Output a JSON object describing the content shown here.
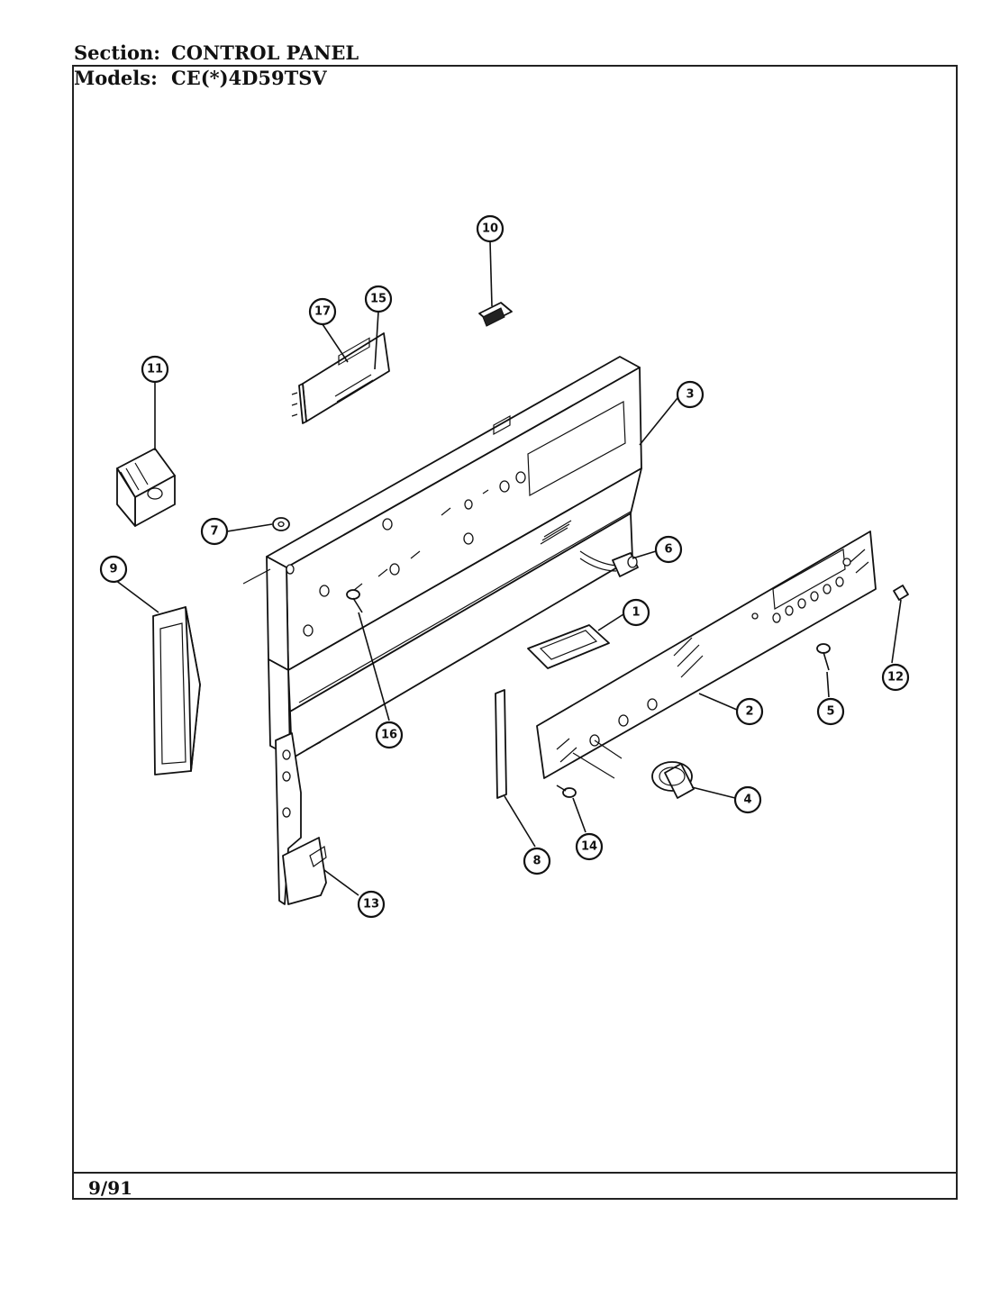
{
  "header": {
    "section_label": "Section:",
    "section_value": "CONTROL PANEL",
    "models_label": "Models:",
    "models_value": "CE(*)4D59TSV"
  },
  "footer": {
    "date": "9/91"
  },
  "callouts": [
    {
      "name": "callout-1",
      "number": "1"
    },
    {
      "name": "callout-2",
      "number": "2"
    },
    {
      "name": "callout-3",
      "number": "3"
    },
    {
      "name": "callout-4",
      "number": "4"
    },
    {
      "name": "callout-5",
      "number": "5"
    },
    {
      "name": "callout-6",
      "number": "6"
    },
    {
      "name": "callout-7",
      "number": "7"
    },
    {
      "name": "callout-8",
      "number": "8"
    },
    {
      "name": "callout-9",
      "number": "9"
    },
    {
      "name": "callout-10",
      "number": "10"
    },
    {
      "name": "callout-11",
      "number": "11"
    },
    {
      "name": "callout-12",
      "number": "12"
    },
    {
      "name": "callout-13",
      "number": "13"
    },
    {
      "name": "callout-14",
      "number": "14"
    },
    {
      "name": "callout-15",
      "number": "15"
    },
    {
      "name": "callout-16",
      "number": "16"
    },
    {
      "name": "callout-17",
      "number": "17"
    }
  ]
}
